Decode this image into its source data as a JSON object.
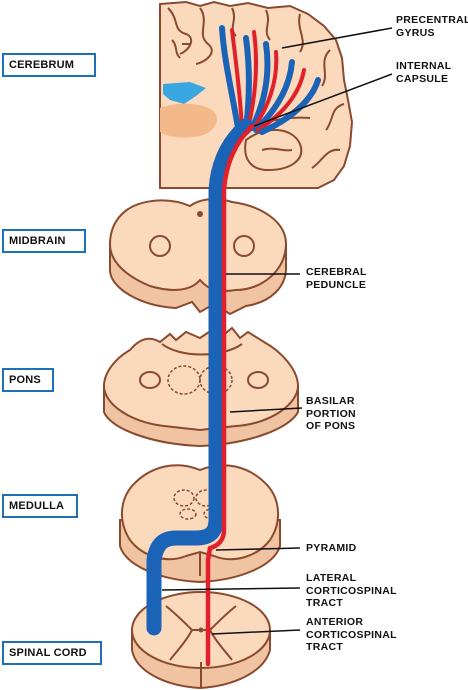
{
  "colors": {
    "tissue": "#fbd9bd",
    "outline": "#8a4a2d",
    "descending_red": "#e0202a",
    "descending_blue": "#1b63b6",
    "ventricle": "#3ba7e0",
    "basal_ganglia": "#f3b98a",
    "level_box_border": "#1f6fb7"
  },
  "levels": {
    "cerebrum": "CEREBRUM",
    "midbrain": "MIDBRAIN",
    "pons": "PONS",
    "medulla": "MEDULLA",
    "spinal_cord": "SPINAL CORD"
  },
  "callouts": {
    "precentral_gyrus": [
      "PRECENTRAL",
      "GYRUS"
    ],
    "internal_capsule": [
      "INTERNAL",
      "CAPSULE"
    ],
    "cerebral_peduncle": [
      "CEREBRAL",
      "PEDUNCLE"
    ],
    "basilar_pons": [
      "BASILAR",
      "PORTION",
      "OF PONS"
    ],
    "pyramid": [
      "PYRAMID"
    ],
    "lateral_tract": [
      "LATERAL",
      "CORTICOSPINAL",
      "TRACT"
    ],
    "anterior_tract": [
      "ANTERIOR",
      "CORTICOSPINAL",
      "TRACT"
    ]
  }
}
